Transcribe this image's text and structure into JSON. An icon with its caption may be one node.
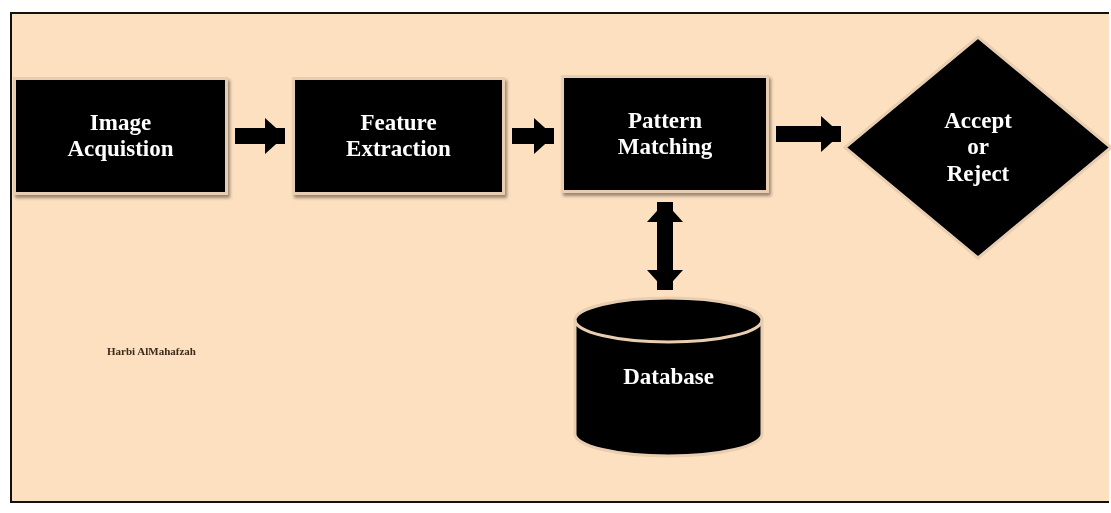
{
  "diagram": {
    "nodes": [
      {
        "text": [
          "Image Acquistion"
        ]
      },
      {
        "text": [
          "Feature Extraction"
        ]
      },
      {
        "text": [
          "Pattern Matching"
        ]
      },
      {
        "text": [
          "Accept or Reject"
        ]
      },
      {
        "text": [
          "Database"
        ]
      }
    ],
    "edges": [
      {
        "from": 0,
        "to": 1,
        "arrow": "to"
      },
      {
        "from": 1,
        "to": 2,
        "arrow": "to"
      },
      {
        "from": 2,
        "to": 3,
        "arrow": "to"
      },
      {
        "from": 2,
        "to": 4,
        "arrow": "both"
      }
    ],
    "labels": [
      "Harbi AlMahafzah"
    ]
  }
}
